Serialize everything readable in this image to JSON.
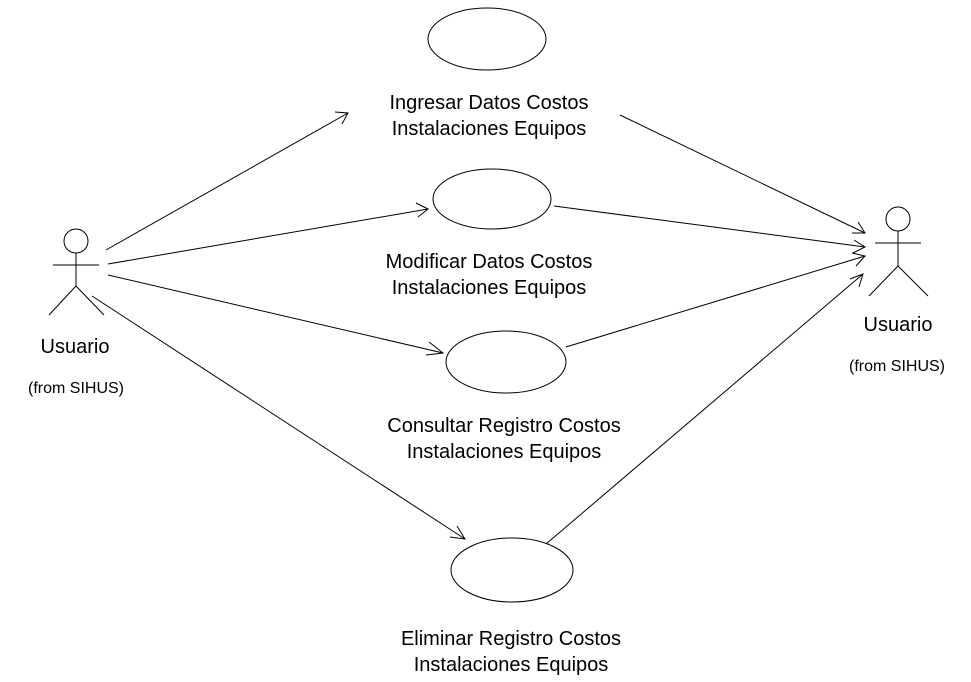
{
  "use_cases": [
    {
      "label": "Ingresar Datos Costos\nInstalaciones Equipos"
    },
    {
      "label": "Modificar Datos Costos\nInstalaciones Equipos"
    },
    {
      "label": "Consultar Registro Costos\nInstalaciones Equipos"
    },
    {
      "label": "Eliminar Registro Costos\nInstalaciones Equipos"
    }
  ],
  "actors": [
    {
      "name": "Usuario",
      "from": "(from SIHUS)"
    },
    {
      "name": "Usuario",
      "from": "(from SIHUS)"
    }
  ],
  "colors": {
    "stroke": "#000000",
    "background": "#ffffff"
  }
}
